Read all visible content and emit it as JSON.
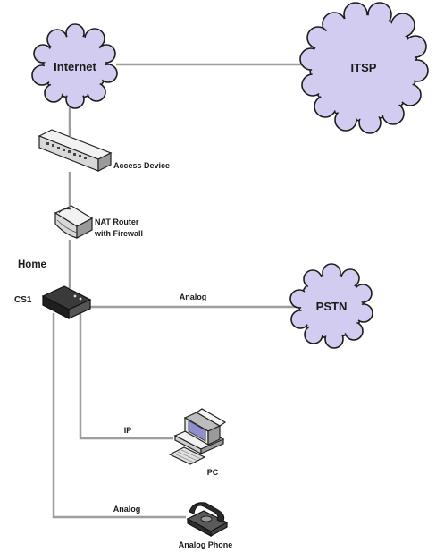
{
  "colors": {
    "cloud_fill": "#d2cdf0",
    "cloud_stroke": "#1c1c1c",
    "link_line": "#9e9e9e",
    "device_dark": "#2a2a2a",
    "device_light": "#e8e8e8"
  },
  "clouds": {
    "internet": "Internet",
    "itsp": "ITSP",
    "pstn": "PSTN"
  },
  "devices": {
    "access_device": "Access Device",
    "nat_router_line1": "NAT Router",
    "nat_router_line2": "with Firewall",
    "cs1": "CS1",
    "pc": "PC",
    "analog_phone": "Analog Phone"
  },
  "labels": {
    "home": "Home",
    "link_pstn": "Analog",
    "link_pc": "IP",
    "link_phone": "Analog"
  },
  "icons": [
    "cloud-icon",
    "access-device-icon",
    "router-icon",
    "gateway-icon",
    "pc-icon",
    "phone-icon"
  ]
}
